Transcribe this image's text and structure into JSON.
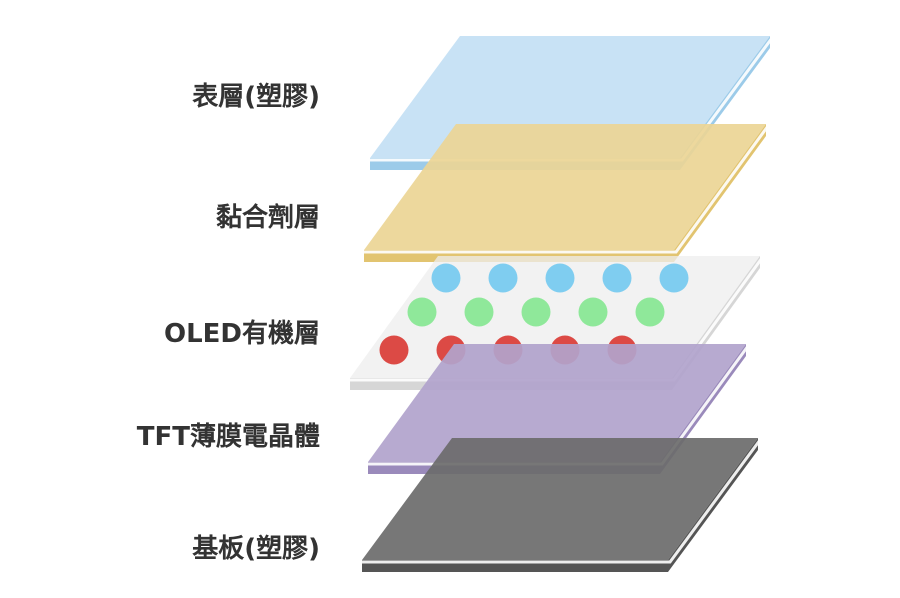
{
  "layers": [
    {
      "id": "cover",
      "label": "表層(塑膠)",
      "color": "#c3e0f4",
      "edge": "#9ccbe9"
    },
    {
      "id": "adhesive",
      "label": "黏合劑層",
      "color": "#ecd595",
      "edge": "#e2c470"
    },
    {
      "id": "oled",
      "label": "OLED有機層",
      "color": "#eeeeee",
      "edge": "#d6d6d6"
    },
    {
      "id": "tft",
      "label": "TFT薄膜電晶體",
      "color": "#b1a3cc",
      "edge": "#9a8abb"
    },
    {
      "id": "substrate",
      "label": "基板(塑膠)",
      "color": "#6b6b6b",
      "edge": "#555555"
    }
  ],
  "oled_dots": {
    "rows": [
      {
        "color": "#7fcdf0",
        "count": 5
      },
      {
        "color": "#8fe89a",
        "count": 5
      },
      {
        "color": "#dc4a45",
        "count": 5
      }
    ]
  }
}
